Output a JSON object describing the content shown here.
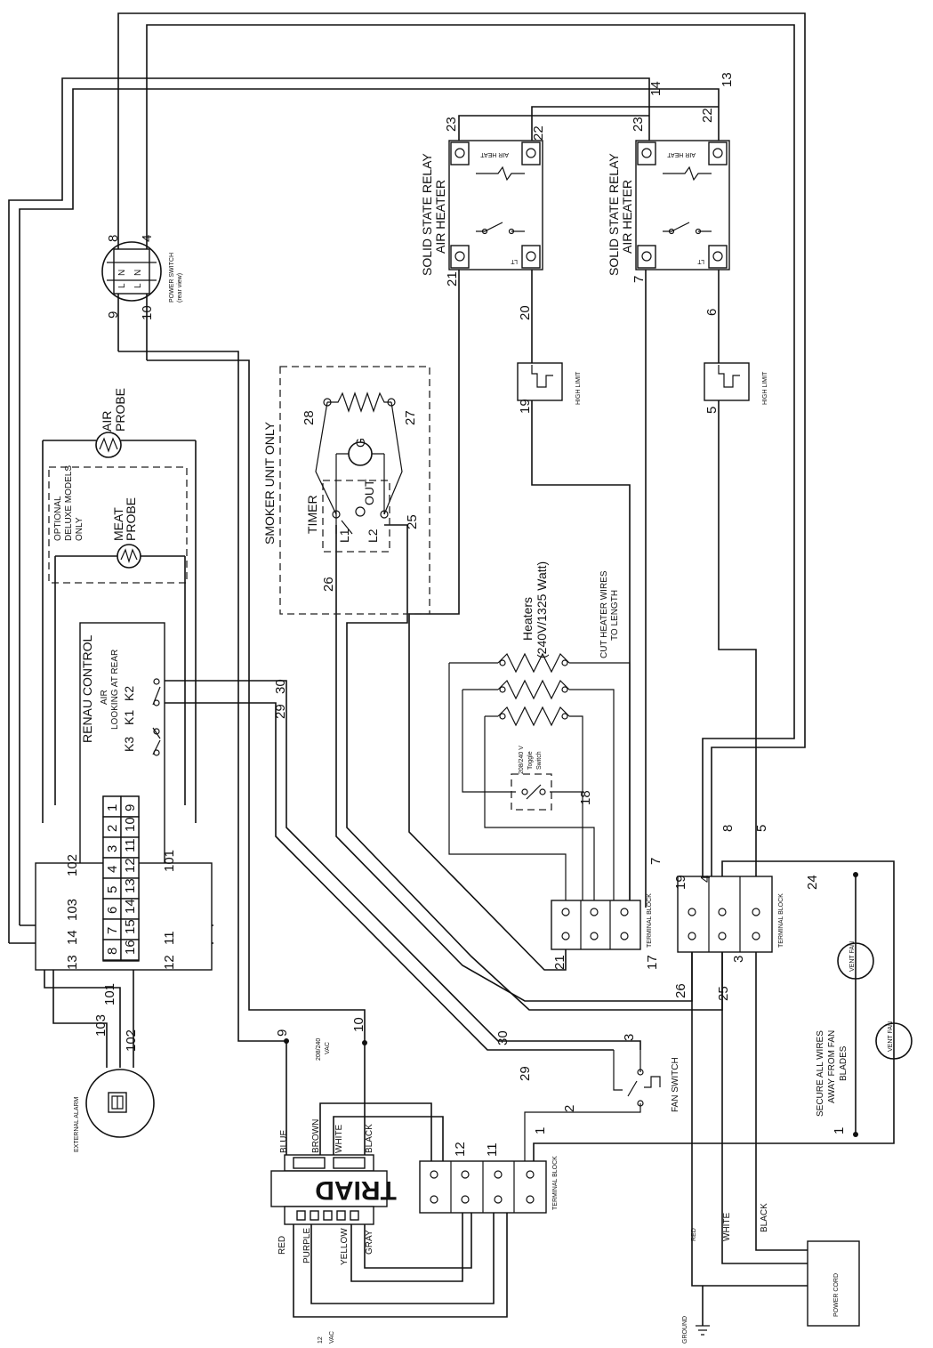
{
  "labels": {
    "solid_state_relay": "SOLID STATE RELAY",
    "air_heater": "AIR HEATER",
    "air_heat": "AIR HEAT",
    "lt_mark": "LT",
    "high_limit": "HIGH LIMIT",
    "power_switch": "POWER SWITCH",
    "rear_view": "(rear view)",
    "air_probe_1": "AIR",
    "air_probe_2": "PROBE",
    "meat_probe_1": "MEAT",
    "meat_probe_2": "PROBE",
    "optional_1": "OPTIONAL",
    "optional_2": "DELUXE MODELS",
    "optional_3": "ONLY",
    "smoker_unit_only": "SMOKER UNIT ONLY",
    "timer": "TIMER",
    "timer_out": "OUT",
    "timer_l1": "L1",
    "timer_l2": "L2",
    "motor_g": "G",
    "renau_control": "RENAU CONTROL",
    "renau_air": "AIR",
    "renau_looking": "LOOKING AT REAR",
    "k3": "K3",
    "k1": "K1",
    "k2": "K2",
    "heaters_1": "Heaters",
    "heaters_2": "(240V/1325 Watt)",
    "cut_heater_1": "CUT HEATER WIRES",
    "cut_heater_2": "TO LENGTH",
    "toggle_1": "208/240 V",
    "toggle_2": "Toggle",
    "toggle_3": "Switch",
    "terminal_block": "TERMINAL BLOCK",
    "vent_fan": "VENT FAN",
    "secure_1": "SECURE ALL WIRES",
    "secure_2": "AWAY FROM FAN",
    "secure_3": "BLADES",
    "fan_switch": "FAN SWITCH",
    "supply_1": "208/240",
    "supply_2": "VAC",
    "triad": "TRIAD",
    "blue": "BLUE",
    "brown": "BROWN",
    "white": "WHITE",
    "black": "BLACK",
    "red": "RED",
    "purple": "PURPLE",
    "yellow": "YELLOW",
    "gray": "GRAY",
    "twelve_vac_1": "12",
    "twelve_vac_2": "VAC",
    "external_alarm": "EXTERNAL ALARM",
    "ground": "GROUND",
    "cord_red": "RED",
    "cord_white": "WHITE",
    "cord_black": "BLACK",
    "power_cord": "POWER CORD",
    "pos_n": "N",
    "pos_l": "L"
  },
  "control_pins": {
    "top": [
      "1",
      "2",
      "3",
      "4",
      "5",
      "6",
      "7",
      "8"
    ],
    "bottom": [
      "9",
      "10",
      "11",
      "12",
      "13",
      "14",
      "15",
      "16"
    ]
  },
  "wire_numbers": {
    "relay1_23": "23",
    "relay1_22": "22",
    "relay1_21": "21",
    "relay2_23": "23",
    "relay2_22": "22",
    "relay2_7": "7",
    "w14": "14",
    "w13": "13",
    "switch_8": "8",
    "switch_4": "4",
    "switch_9": "9",
    "switch_10": "10",
    "w20": "20",
    "w19": "19",
    "w6": "6",
    "w5": "5",
    "w28": "28",
    "w27": "27",
    "w26": "26",
    "w25": "25",
    "w29_top": "29",
    "w30_top": "30",
    "w102": "102",
    "w103": "103",
    "w101": "101",
    "w13_left": "13",
    "w14_left": "14",
    "w12_right": "12",
    "w11_right": "11",
    "w18": "18",
    "w7_tb": "7",
    "w21_tb": "21",
    "w17_tb": "17",
    "w19_tb": "19",
    "w4_tb": "4",
    "w8_tb": "8",
    "w5_tb": "5",
    "w24": "24",
    "w3_tb": "3",
    "w26_bot": "26",
    "w25_bot": "25",
    "w9_low": "9",
    "w10_low": "10",
    "w30_low": "30",
    "w29_low": "29",
    "w3_fan": "3",
    "w2_fan": "2",
    "w1_a": "1",
    "w1_b": "1",
    "w12_low": "12",
    "w11_low": "11",
    "alarm_101": "101",
    "alarm_103": "103",
    "alarm_102": "102"
  }
}
